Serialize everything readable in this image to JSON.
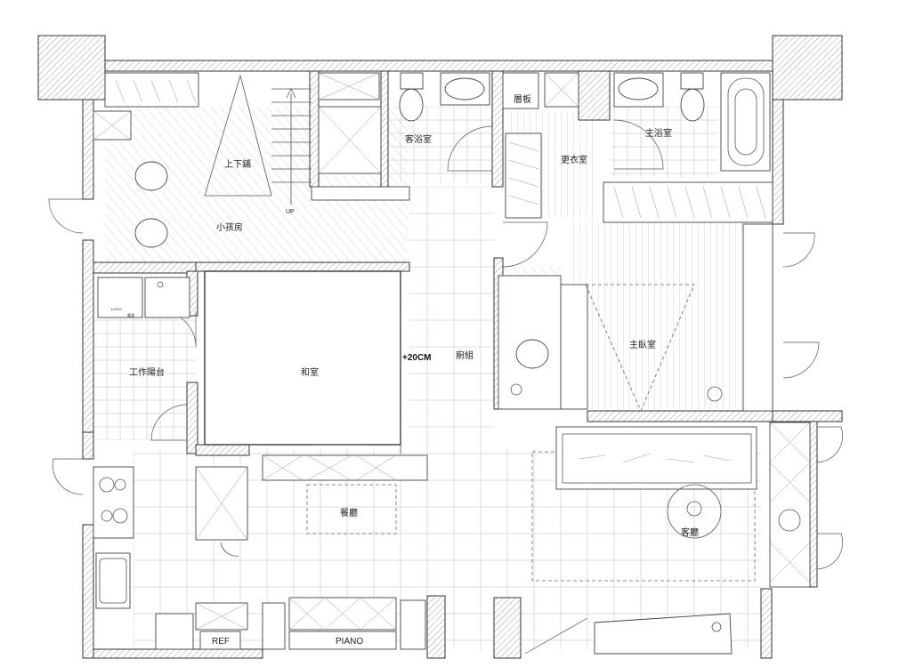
{
  "rooms": {
    "kids_bedroom": "小孩房",
    "bunk_bed": "上下鋪",
    "stairs_up": "UP",
    "guest_bath": "客浴室",
    "shelf": "層板",
    "walk_in_closet": "更衣室",
    "master_bath": "主浴室",
    "utility_balcony": "工作陽台",
    "japanese_room": "和室",
    "height_note": "+20CM",
    "kitchen": "廚組",
    "master_bedroom": "主臥室",
    "dining_room": "餐廳",
    "living_room": "客廳",
    "refrigerator": "REF",
    "piano": "PIANO",
    "washer_tag_left": "LOGO",
    "washer_tag_right": "電源"
  },
  "colors": {
    "wall_line": "#333333",
    "floor_line": "#999999",
    "background": "#ffffff"
  }
}
